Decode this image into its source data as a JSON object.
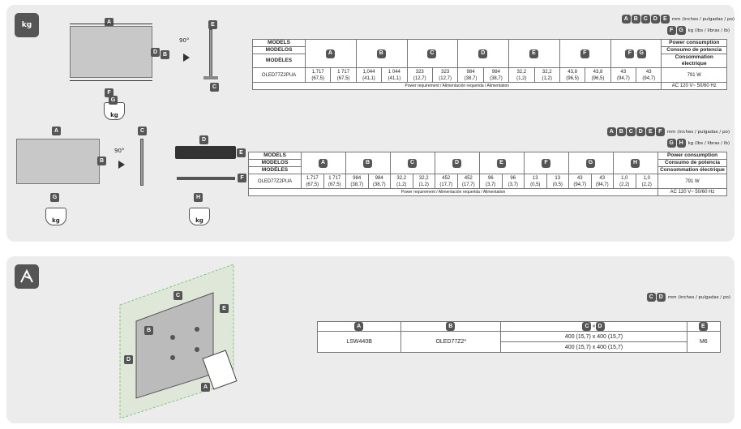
{
  "icons": {
    "panel1": "weight-box-icon",
    "panel1_text": "kg",
    "panel2": "wall-mount-icon"
  },
  "unit_lines": {
    "t1_letters": [
      "A",
      "B",
      "C",
      "D",
      "E"
    ],
    "t1_mm": "mm (inches / pulgadas / po)",
    "t1_kg_letters": [
      "F",
      "G"
    ],
    "t1_kg": "kg (lbs / libras / lb)",
    "t2_letters": [
      "A",
      "B",
      "C",
      "D",
      "E",
      "F"
    ],
    "t2_mm": "mm (inches / pulgadas / po)",
    "t2_kg_letters": [
      "G",
      "H"
    ],
    "t2_kg": "kg (lbs / libras / lb)",
    "t3_letters": [
      "C",
      "D"
    ],
    "t3_mm": "mm (inches / pulgadas / po)"
  },
  "table1": {
    "headers": [
      "MODELS",
      "MODELOS",
      "MODÈLES"
    ],
    "cols": [
      "A",
      "B",
      "C",
      "D",
      "E",
      "F",
      "F-G"
    ],
    "power_headers": [
      "Power consumption",
      "Consumo de potencia",
      "Consommation électrique"
    ],
    "model": "OLED77Z2PUA",
    "values": [
      "1,717",
      "1 717",
      "1,044",
      "1 044",
      "323",
      "323",
      "984",
      "984",
      "32,2",
      "32,2",
      "43,8",
      "43,8",
      "43",
      "43"
    ],
    "subvalues": [
      "(67,5)",
      "(67,5)",
      "(41,1)",
      "(41,1)",
      "(12,7)",
      "(12,7)",
      "(38,7)",
      "(38,7)",
      "(1,2)",
      "(1,2)",
      "(96,5)",
      "(96,5)",
      "(94,7)",
      "(94,7)"
    ],
    "power": "791 W",
    "req_label": "Power requirement / Alimentación requerida / Alimentation",
    "req_value": "AC 120 V~ 50/60 Hz"
  },
  "table2": {
    "headers": [
      "MODELS",
      "MODELOS",
      "MODÈLES"
    ],
    "cols": [
      "A",
      "B",
      "C",
      "D",
      "E",
      "F",
      "G",
      "H"
    ],
    "power_headers": [
      "Power consumption",
      "Consumo de potencia",
      "Consommation électrique"
    ],
    "model": "OLED77Z2PUA",
    "values": [
      "1,717",
      "1 717",
      "984",
      "984",
      "32,2",
      "32,2",
      "452",
      "452",
      "96",
      "96",
      "13",
      "13",
      "43",
      "43",
      "1,0",
      "1,0"
    ],
    "subvalues": [
      "(67,5)",
      "(67,5)",
      "(38,7)",
      "(38,7)",
      "(1,2)",
      "(1,2)",
      "(17,7)",
      "(17,7)",
      "(3,7)",
      "(3,7)",
      "(0,5)",
      "(0,5)",
      "(94,7)",
      "(94,7)",
      "(2,2)",
      "(2,2)"
    ],
    "power": "791 W",
    "req_label": "Power requirement / Alimentación requerida / Alimentation",
    "req_value": "AC 120 V~ 50/60 Hz"
  },
  "wall_table": {
    "headers": [
      "A",
      "B",
      "C×D",
      "E"
    ],
    "row": [
      "LSW440B",
      "OLED77Z2*",
      "400 (15,7) x 400 (15,7)",
      "M6"
    ],
    "row2_cd": "400 (15,7) x 400 (15,7)"
  },
  "diagram_labels": {
    "A": "A",
    "B": "B",
    "C": "C",
    "D": "D",
    "E": "E",
    "F": "F",
    "G": "G",
    "H": "H",
    "deg": "90°",
    "kg": "kg"
  }
}
